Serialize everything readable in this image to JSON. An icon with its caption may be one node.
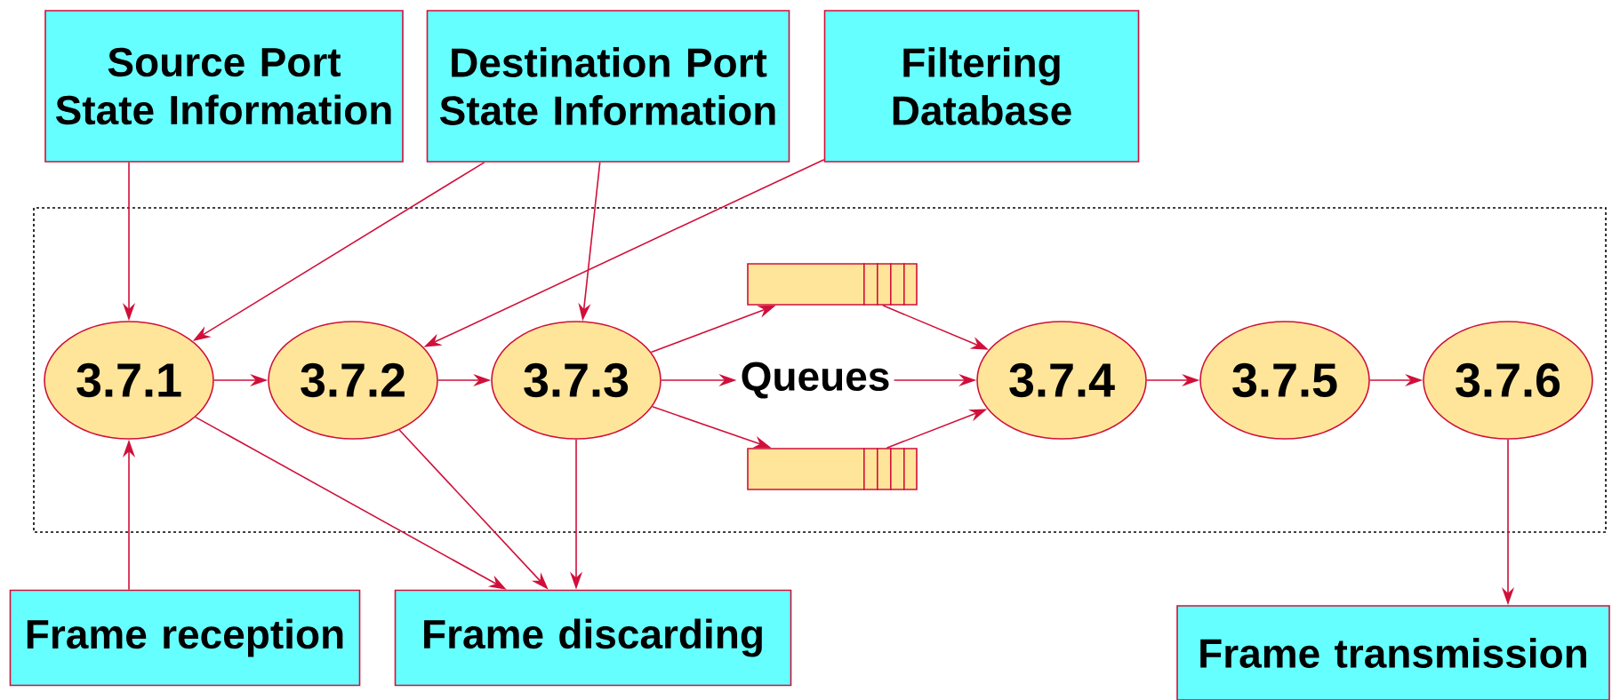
{
  "diagram": {
    "nodes": [
      {
        "text": [
          "Source Port State Information"
        ]
      },
      {
        "text": [
          "Destination Port State Information"
        ]
      },
      {
        "text": [
          "Filtering Database"
        ]
      },
      {
        "text": [
          "3.7.1"
        ]
      },
      {
        "text": [
          "3.7.2"
        ]
      },
      {
        "text": [
          "3.7.3"
        ]
      },
      {
        "text": [],
        "shape": "box"
      },
      {
        "text": [
          "Queues"
        ]
      },
      {
        "text": [],
        "shape": "box"
      },
      {
        "text": [
          "3.7.4"
        ]
      },
      {
        "text": [
          "3.7.5"
        ]
      },
      {
        "text": [
          "3.7.6"
        ]
      },
      {
        "text": [
          "Frame reception"
        ]
      },
      {
        "text": [
          "Frame discarding"
        ]
      },
      {
        "text": [
          "Frame transmission"
        ]
      }
    ],
    "edges": [
      {
        "from": 0,
        "to": 3,
        "arrow": "to"
      },
      {
        "from": 1,
        "to": 3,
        "arrow": "to"
      },
      {
        "from": 1,
        "to": 5,
        "arrow": "to"
      },
      {
        "from": 2,
        "to": 4,
        "arrow": "to"
      },
      {
        "from": 3,
        "to": 4,
        "arrow": "to"
      },
      {
        "from": 4,
        "to": 5,
        "arrow": "to"
      },
      {
        "from": 5,
        "to": 6,
        "arrow": "to"
      },
      {
        "from": 5,
        "to": 7,
        "arrow": "to"
      },
      {
        "from": 5,
        "to": 8,
        "arrow": "to"
      },
      {
        "from": 6,
        "to": 9,
        "arrow": "to"
      },
      {
        "from": 7,
        "to": 9,
        "arrow": "to"
      },
      {
        "from": 8,
        "to": 9,
        "arrow": "to"
      },
      {
        "from": 9,
        "to": 10,
        "arrow": "to"
      },
      {
        "from": 10,
        "to": 11,
        "arrow": "to"
      },
      {
        "from": 12,
        "to": 3,
        "arrow": "to"
      },
      {
        "from": 3,
        "to": 13,
        "arrow": "to"
      },
      {
        "from": 4,
        "to": 13,
        "arrow": "to"
      },
      {
        "from": 5,
        "to": 13,
        "arrow": "to"
      },
      {
        "from": 11,
        "to": 14,
        "arrow": "to"
      }
    ]
  }
}
